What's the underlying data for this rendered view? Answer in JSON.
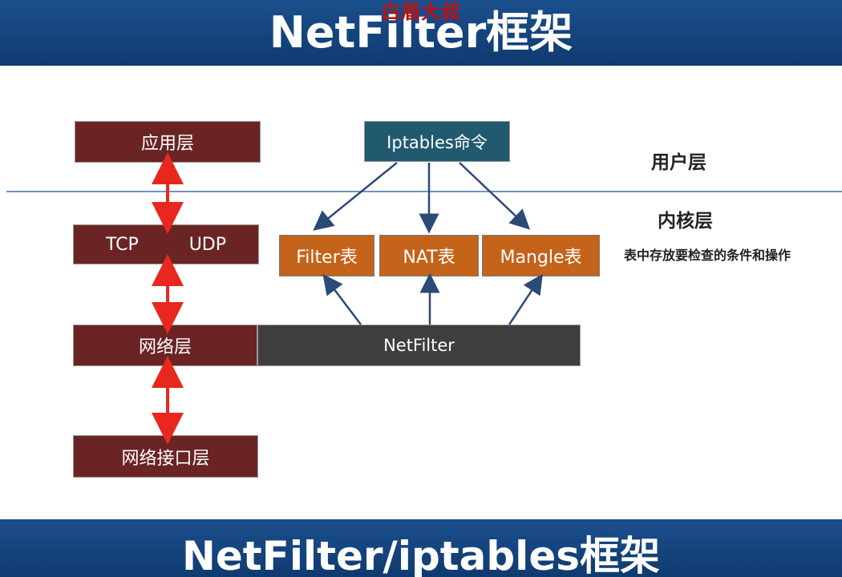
{
  "title": "NetFilter框架",
  "watermark": "白眉大叔",
  "footer_title": "NetFilter/iptables框架",
  "layers": {
    "app": "应用层",
    "tcp": "TCP",
    "udp": "UDP",
    "network": "网络层",
    "interface": "网络接口层"
  },
  "iptables_cmd": "Iptables命令",
  "tables": {
    "filter": "Filter表",
    "nat": "NAT表",
    "mangle": "Mangle表"
  },
  "netfilter": "NetFilter",
  "labels": {
    "user_layer": "用户层",
    "kernel_layer": "内核层",
    "note": "表中存放要检查的条件和操作"
  },
  "colors": {
    "banner": "#1b4f8c",
    "layer_box": "#6a2424",
    "table_box": "#c4631a",
    "cmd_box": "#215a6e",
    "netfilter_box": "#3e3e3e",
    "red_arrow": "#e8281e",
    "blue_arrow": "#2c4a78",
    "divider": "#6f92c4"
  }
}
